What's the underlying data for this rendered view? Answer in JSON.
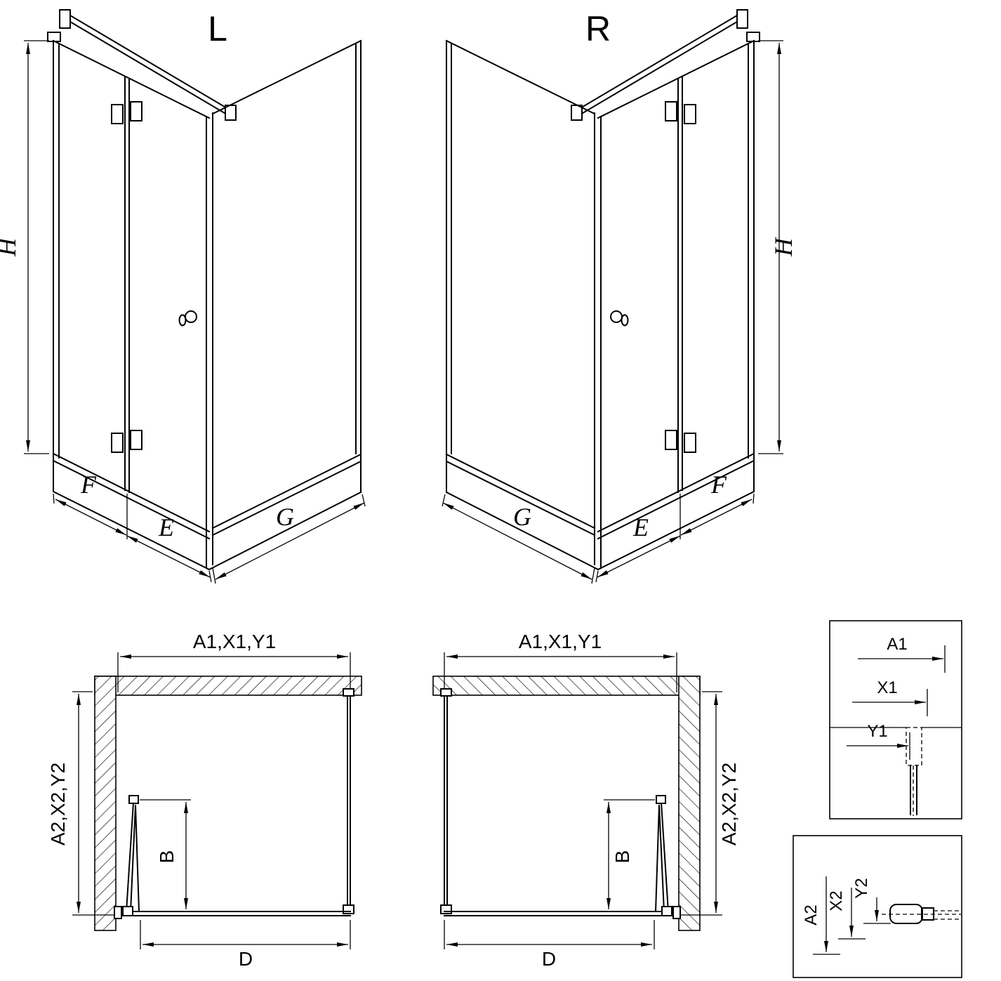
{
  "drawing": {
    "perspective_left": {
      "title": "L",
      "dim_height": "H",
      "dim_fixed": "F",
      "dim_door": "E",
      "dim_side": "G"
    },
    "perspective_right": {
      "title": "R",
      "dim_height": "H",
      "dim_fixed": "F",
      "dim_door": "E",
      "dim_side": "G"
    },
    "plan_left": {
      "dim_width": "A1,X1,Y1",
      "dim_depth": "A2,X2,Y2",
      "dim_door_fold": "B",
      "dim_entry": "D"
    },
    "plan_right": {
      "dim_width": "A1,X1,Y1",
      "dim_depth": "A2,X2,Y2",
      "dim_door_fold": "B",
      "dim_entry": "D"
    },
    "detail_top": {
      "dim_a1": "A1",
      "dim_x1": "X1",
      "dim_y1": "Y1"
    },
    "detail_bottom": {
      "dim_a2": "A2",
      "dim_x2": "X2",
      "dim_y2": "Y2"
    },
    "colors": {
      "line": "#000000",
      "background": "#ffffff"
    }
  }
}
